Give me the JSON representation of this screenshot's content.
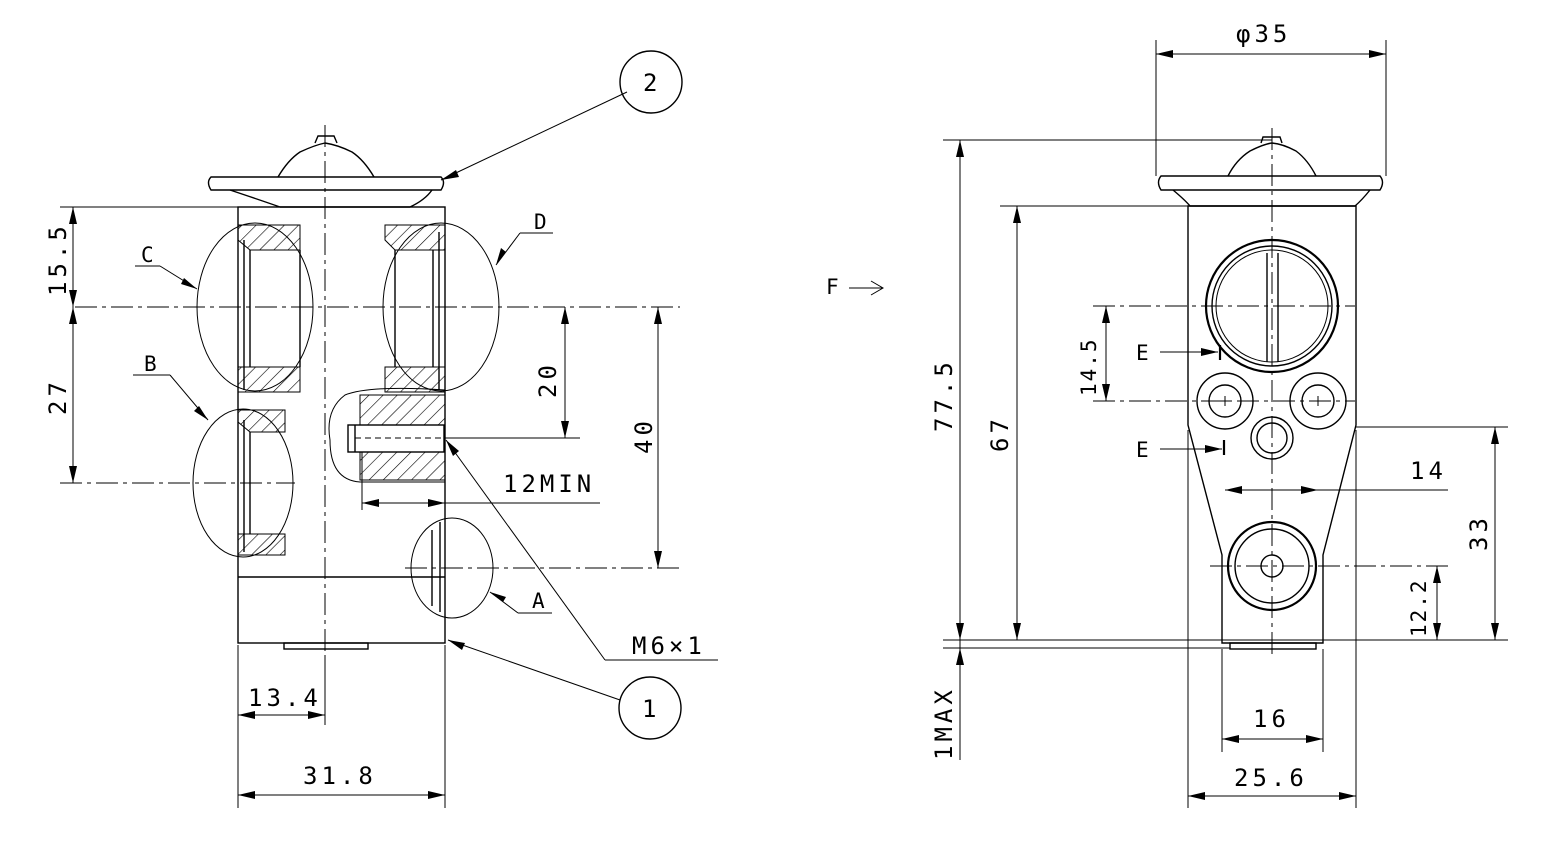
{
  "balloons": {
    "part1": "1",
    "part2": "2"
  },
  "ports": {
    "a": "A",
    "b": "B",
    "c": "C",
    "d": "D",
    "e1": "E",
    "e2": "E"
  },
  "view_label": "F",
  "left_view": {
    "dim_15_5": "15.5",
    "dim_27": "27",
    "dim_20": "20",
    "dim_40": "40",
    "dim_12min": "12MIN",
    "thread": "M6×1",
    "dim_13_4": "13.4",
    "dim_31_8": "31.8"
  },
  "right_view": {
    "dim_phi35": "φ35",
    "dim_77_5": "77.5",
    "dim_67": "67",
    "dim_14_5": "14.5",
    "dim_14": "14",
    "dim_33": "33",
    "dim_12_2": "12.2",
    "dim_1max": "1MAX",
    "dim_16": "16",
    "dim_25_6": "25.6"
  }
}
